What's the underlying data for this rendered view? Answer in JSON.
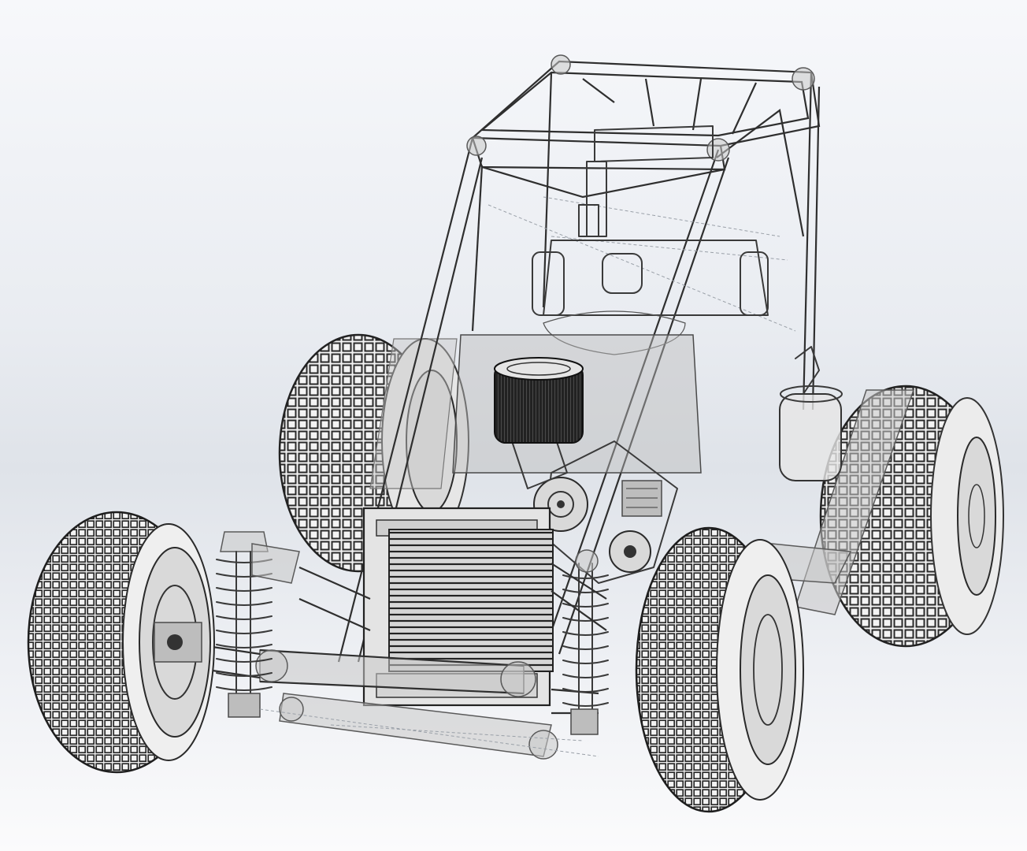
{
  "model": {
    "view_style": "hidden-lines-visible",
    "colors": {
      "background_top": "#f7f8fb",
      "background_mid": "#dfe3e9",
      "line": "#3a3a3a",
      "tread": "#2a2a2a",
      "translucent_part": "#c8c8c8"
    },
    "icons": {
      "chassis": "roll-cage",
      "engine": "v-engine",
      "cooling": "radiator",
      "intake": "air-filter"
    }
  }
}
